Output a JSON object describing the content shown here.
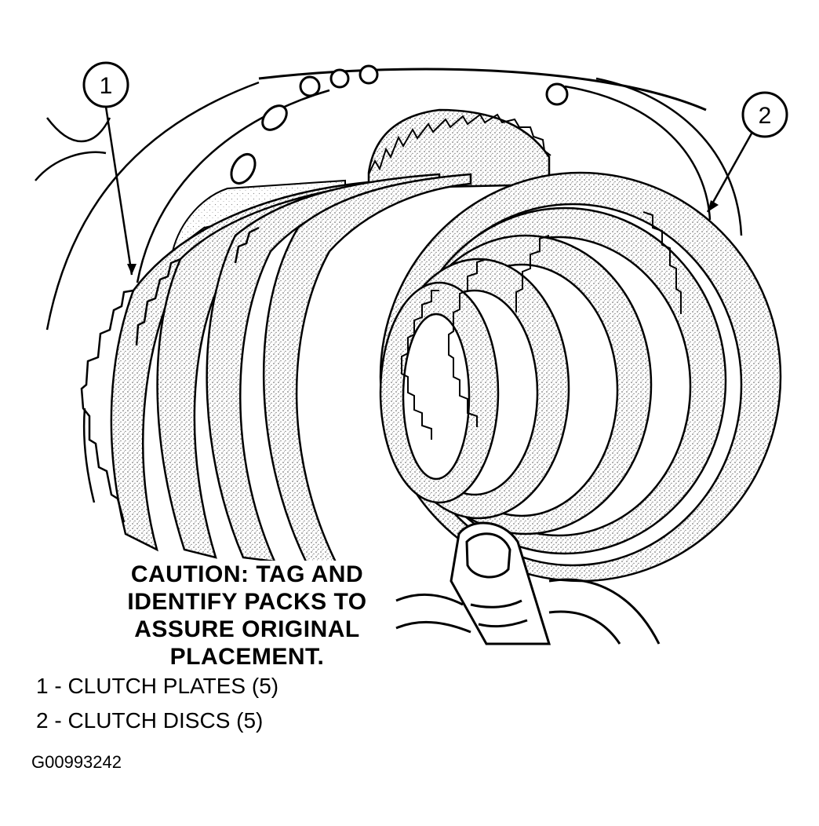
{
  "callouts": [
    {
      "number": "1"
    },
    {
      "number": "2"
    }
  ],
  "caution": {
    "lines": [
      "CAUTION: TAG AND",
      "IDENTIFY PACKS TO",
      "ASSURE ORIGINAL",
      "PLACEMENT."
    ]
  },
  "legend": [
    {
      "text": "1 - CLUTCH PLATES (5)"
    },
    {
      "text": "2 - CLUTCH DISCS (5)"
    }
  ],
  "figure_id": "G00993242",
  "colors": {
    "ink": "#000000",
    "paper": "#ffffff",
    "friction_fill": "#e9e9e9"
  }
}
